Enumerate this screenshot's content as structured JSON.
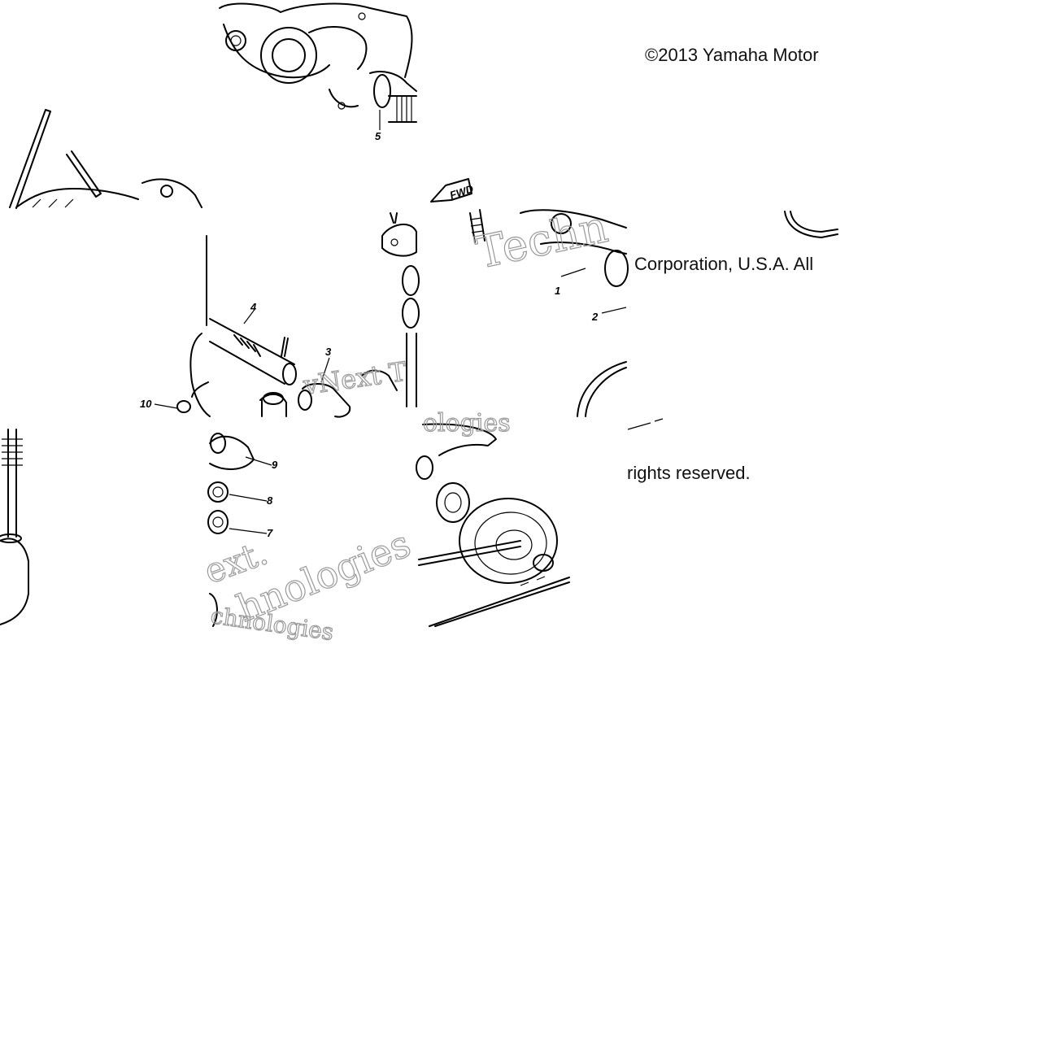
{
  "copyright": {
    "line1": "©2013 Yamaha Motor",
    "line2": "Corporation, U.S.A. All",
    "line3": "rights reserved."
  },
  "direction_label": "FWD",
  "callouts": [
    "1",
    "2",
    "3",
    "4",
    "5",
    "7",
    "8",
    "9",
    "10"
  ],
  "watermark": {
    "segments": [
      "Techn",
      "vNext T",
      "ologies",
      "ext.",
      "hnologies",
      "chnologies"
    ]
  },
  "colors": {
    "background": "#ffffff",
    "ink": "#000000",
    "watermark": "#999999"
  }
}
